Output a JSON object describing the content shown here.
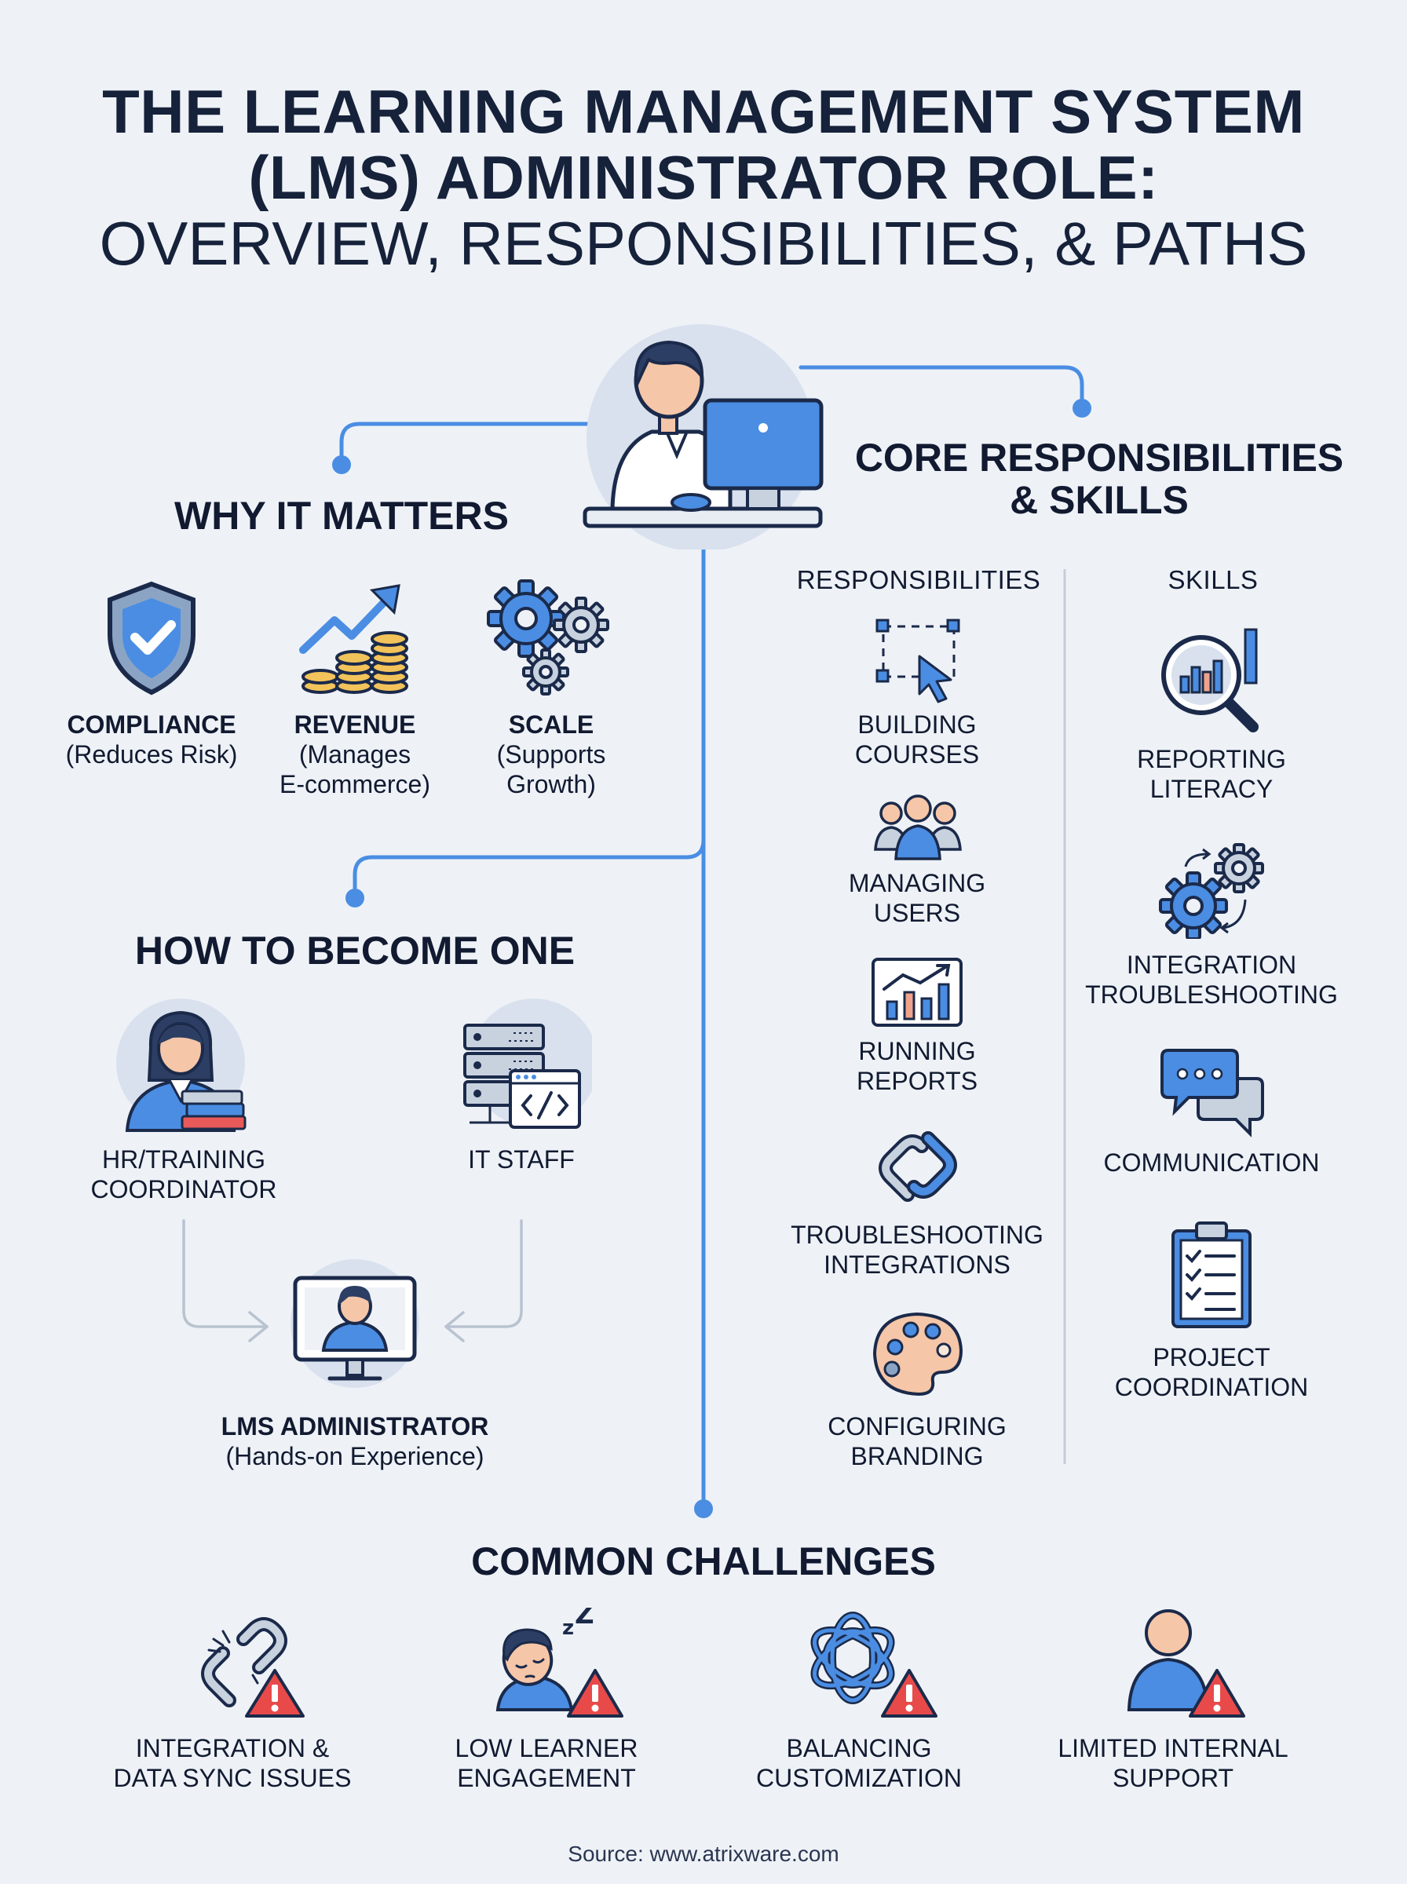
{
  "title": {
    "line1": "THE LEARNING MANAGEMENT SYSTEM",
    "line2": "(LMS) ADMINISTRATOR ROLE:",
    "line3": "OVERVIEW, RESPONSIBILITIES, & PATHS"
  },
  "why": {
    "heading": "WHY IT MATTERS",
    "items": [
      {
        "title": "COMPLIANCE",
        "line1": "(Reduces Risk)",
        "line2": "",
        "icon": "shield-check-icon"
      },
      {
        "title": "REVENUE",
        "line1": "(Manages",
        "line2": "E-commerce)",
        "icon": "coins-growth-icon"
      },
      {
        "title": "SCALE",
        "line1": "(Supports",
        "line2": "Growth)",
        "icon": "gears-icon"
      }
    ]
  },
  "core": {
    "heading_line1": "CORE RESPONSIBILITIES",
    "heading_line2": "& SKILLS",
    "responsibilities_label": "RESPONSIBILITIES",
    "skills_label": "SKILLS",
    "responsibilities": [
      {
        "line1": "BUILDING",
        "line2": "COURSES",
        "icon": "selection-cursor-icon"
      },
      {
        "line1": "MANAGING",
        "line2": "USERS",
        "icon": "users-group-icon"
      },
      {
        "line1": "RUNNING",
        "line2": "REPORTS",
        "icon": "report-chart-icon"
      },
      {
        "line1": "TROUBLESHOOTING",
        "line2": "INTEGRATIONS",
        "icon": "chain-link-icon"
      },
      {
        "line1": "CONFIGURING",
        "line2": "BRANDING",
        "icon": "palette-icon"
      }
    ],
    "skills": [
      {
        "line1": "REPORTING",
        "line2": "LITERACY",
        "icon": "magnifier-chart-icon"
      },
      {
        "line1": "INTEGRATION",
        "line2": "TROUBLESHOOTING",
        "icon": "gears-sync-icon"
      },
      {
        "line1": "COMMUNICATION",
        "line2": "",
        "icon": "chat-bubbles-icon"
      },
      {
        "line1": "PROJECT",
        "line2": "COORDINATION",
        "icon": "clipboard-checklist-icon"
      }
    ]
  },
  "become": {
    "heading": "HOW TO BECOME ONE",
    "hr_line1": "HR/TRAINING",
    "hr_line2": "COORDINATOR",
    "it_line1": "IT STAFF",
    "admin_title": "LMS ADMINISTRATOR",
    "admin_sub": "(Hands-on Experience)"
  },
  "challenges": {
    "heading": "COMMON CHALLENGES",
    "items": [
      {
        "line1": "INTEGRATION &",
        "line2": "DATA SYNC ISSUES",
        "icon": "broken-link-warning-icon"
      },
      {
        "line1": "LOW LEARNER",
        "line2": "ENGAGEMENT",
        "icon": "sleeping-learner-warning-icon"
      },
      {
        "line1": "BALANCING",
        "line2": "CUSTOMIZATION",
        "icon": "tangle-warning-icon"
      },
      {
        "line1": "LIMITED INTERNAL",
        "line2": "SUPPORT",
        "icon": "person-warning-icon"
      }
    ]
  },
  "source": "Source: www.atrixware.com",
  "colors": {
    "background": "#eef2f7",
    "accent_blue": "#4a8de3",
    "dark_navy": "#1b2a4a",
    "connector": "#4a8de3",
    "warning_red": "#e84a4a",
    "coin_gold": "#f2c35a",
    "skin": "#f6c6a8"
  }
}
